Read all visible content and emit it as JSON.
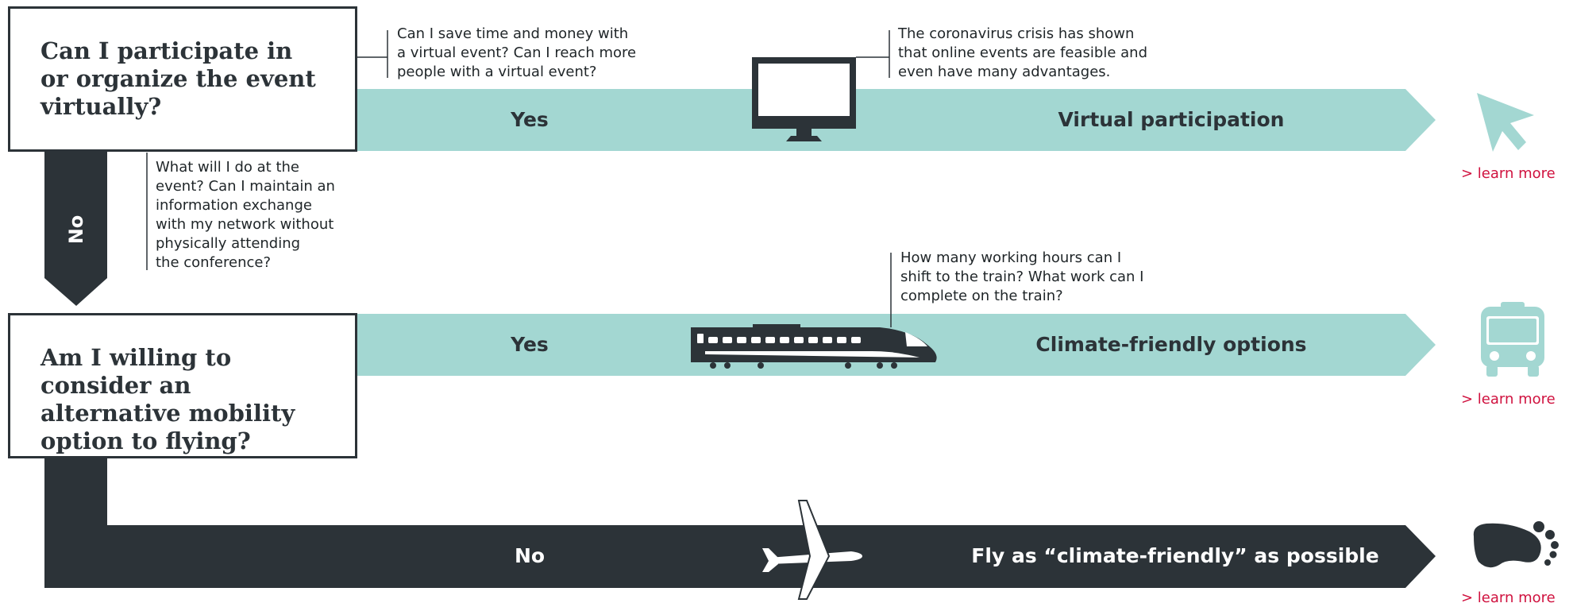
{
  "colors": {
    "teal": "#a3d7d2",
    "dark": "#2c3338",
    "link": "#d0123f"
  },
  "q1": {
    "text": "Can I participate in or organize the event virtually?"
  },
  "q2": {
    "text": "Am I willing to consider an alternative mobility option to flying?"
  },
  "row1": {
    "yes": "Yes",
    "result": "Virtual participation",
    "note_left": "Can I save time and money with\na virtual event? Can I reach more\npeople with a virtual event?",
    "note_right": "The coronavirus crisis has shown\nthat online events are feasible and\neven have many advantages.",
    "icon": "computer-monitor-icon",
    "end_icon": "mouse-cursor-icon",
    "learn_more": "> learn more"
  },
  "no1": {
    "label": "No",
    "note": "What will I do at the\nevent? Can I maintain an\ninformation exchange\nwith my network without\nphysically attending\nthe conference?"
  },
  "row2": {
    "yes": "Yes",
    "result": "Climate-friendly options",
    "note": "How many working hours can I\nshift to the train? What work can I\ncomplete on the train?",
    "icon": "train-icon",
    "end_icon": "bus-icon",
    "learn_more": "> learn more"
  },
  "row3": {
    "no": "No",
    "result": "Fly as “climate-friendly” as possible",
    "icon": "airplane-icon",
    "end_icon": "footprint-icon",
    "learn_more": "> learn more"
  }
}
